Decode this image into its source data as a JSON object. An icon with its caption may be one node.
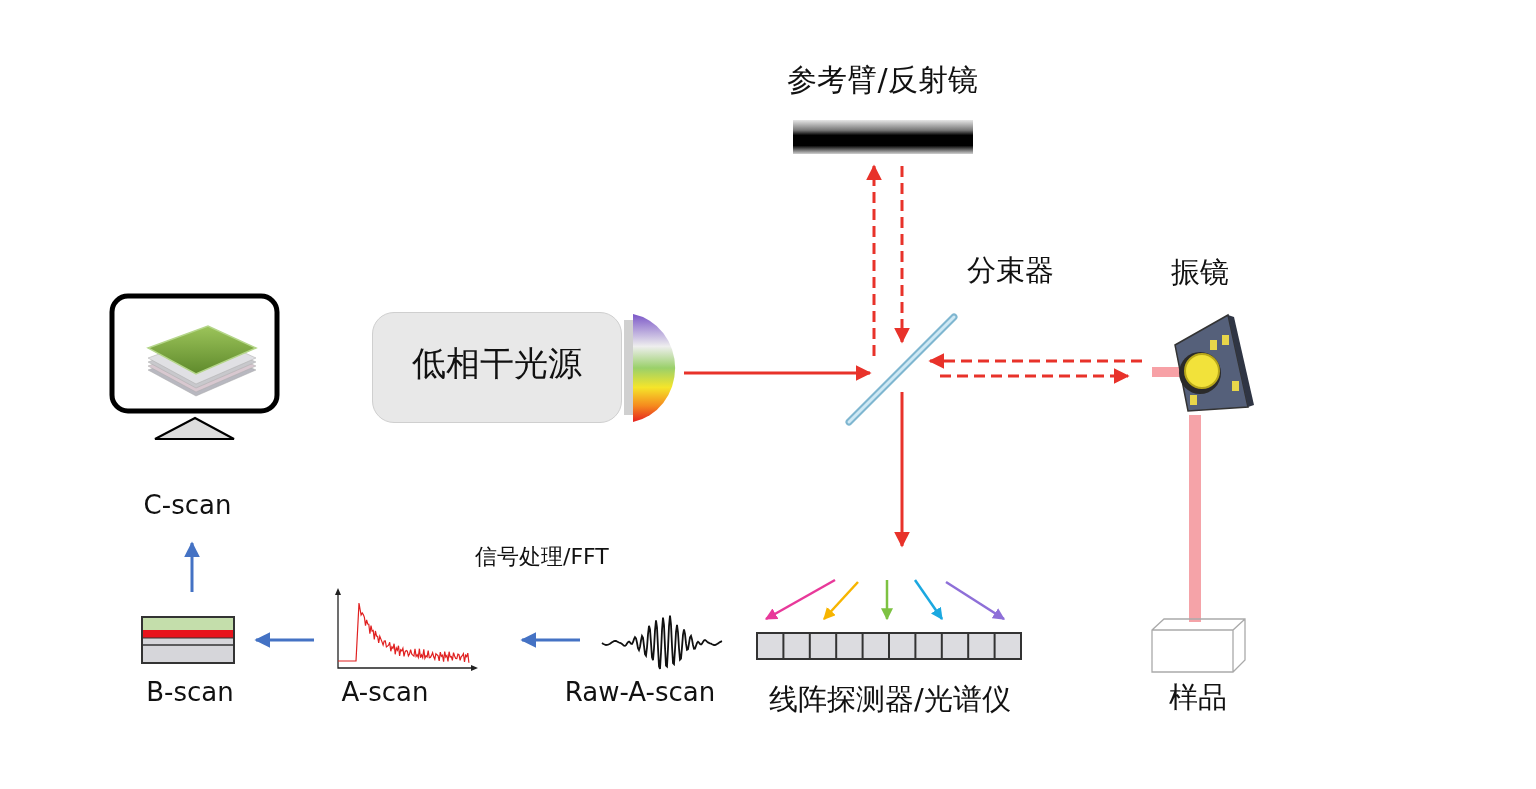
{
  "diagram": {
    "nodes": [
      {
        "text": [
          "参考臂/反射镜"
        ]
      },
      {
        "text": [
          "低相干光源"
        ]
      },
      {
        "text": [
          "分束器"
        ]
      },
      {
        "text": [
          "振镜"
        ]
      },
      {
        "text": [
          "样品"
        ]
      },
      {
        "text": [
          "线阵探测器/光谱仪"
        ]
      },
      {
        "text": [
          "Raw-A-scan"
        ]
      },
      {
        "text": [
          "A-scan"
        ]
      },
      {
        "text": [
          "B-scan"
        ]
      },
      {
        "text": [
          "C-scan"
        ]
      }
    ],
    "edges": [
      {
        "from": 1,
        "to": 2,
        "arrow": "to"
      },
      {
        "from": 2,
        "to": 0,
        "arrow": "to",
        "style": "dashed"
      },
      {
        "from": 0,
        "to": 2,
        "arrow": "to",
        "style": "dashed"
      },
      {
        "from": 3,
        "to": 2,
        "arrow": "to",
        "style": "dashed"
      },
      {
        "from": 2,
        "to": 3,
        "arrow": "to",
        "style": "dashed"
      },
      {
        "from": 3,
        "to": 4,
        "arrow": "none",
        "style": "thick",
        "color": "#f5a3a8"
      },
      {
        "from": 2,
        "to": 5,
        "arrow": "to"
      },
      {
        "from": null,
        "to": 5,
        "arrow": "to",
        "color": "#e8399a"
      },
      {
        "from": null,
        "to": 5,
        "arrow": "to",
        "color": "#f7b500"
      },
      {
        "from": null,
        "to": 5,
        "arrow": "to",
        "color": "#7dc242"
      },
      {
        "from": null,
        "to": 5,
        "arrow": "to",
        "color": "#1ba8e0"
      },
      {
        "from": null,
        "to": 5,
        "arrow": "to",
        "color": "#8e6fd8"
      },
      {
        "from": 6,
        "to": 7,
        "arrow": "to",
        "label": "信号处理/FFT",
        "color": "#4472c4"
      },
      {
        "from": 7,
        "to": 8,
        "arrow": "to",
        "color": "#4472c4"
      },
      {
        "from": 8,
        "to": 9,
        "arrow": "to",
        "color": "#4472c4"
      }
    ]
  }
}
